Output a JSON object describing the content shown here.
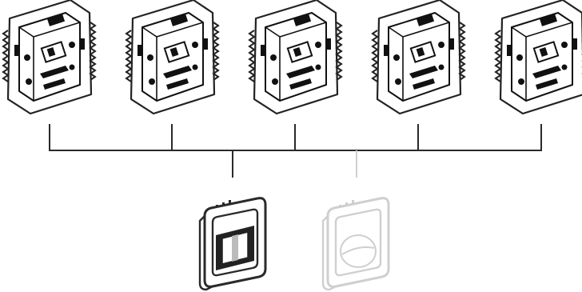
{
  "diagram": {
    "inserts": [
      {
        "name": "switch-insert"
      },
      {
        "name": "switch-insert"
      },
      {
        "name": "switch-insert"
      },
      {
        "name": "switch-insert"
      },
      {
        "name": "switch-insert"
      }
    ],
    "front_modules": [
      {
        "name": "motion-detector-front",
        "style": "active"
      },
      {
        "name": "motion-detector-front",
        "style": "ghost"
      }
    ],
    "colors": {
      "line": "#2a2a2a",
      "ghost": "#cfcfcf",
      "fill": "#ffffff"
    }
  }
}
